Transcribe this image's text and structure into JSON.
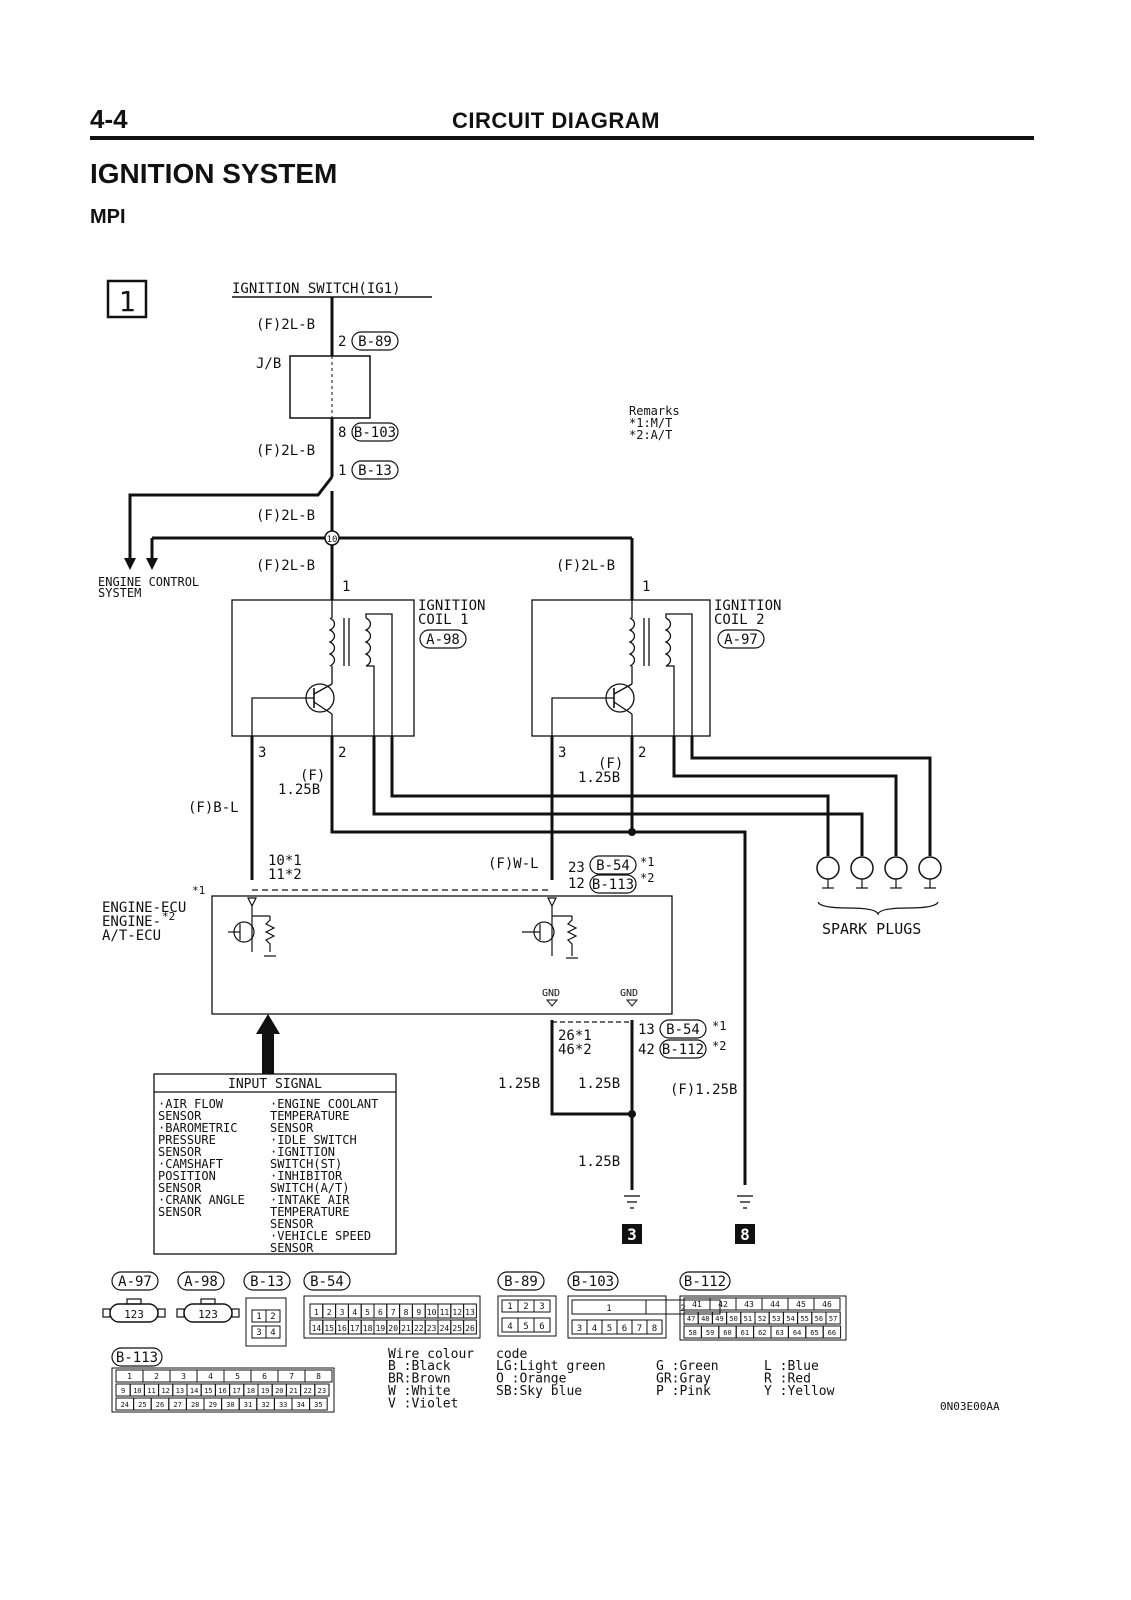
{
  "header": {
    "page_number": "4-4",
    "chapter_title": "CIRCUIT DIAGRAM"
  },
  "section": {
    "title": "IGNITION SYSTEM",
    "subtitle": "MPI"
  },
  "diagram": {
    "page_box": "1",
    "ignition_switch": "IGNITION SWITCH(IG1)",
    "wire_f2lb": "(F)2L-B",
    "jb": "J/B",
    "pin_2": "2",
    "pin_8": "8",
    "pin_1": "1",
    "pin_3": "3",
    "conn_b89": "B-89",
    "conn_b103": "B-103",
    "conn_b13": "B-13",
    "splice_10": "10",
    "engine_control": [
      "ENGINE CONTROL",
      "SYSTEM"
    ],
    "remarks_title": "Remarks",
    "remark_1": "*1:M/T",
    "remark_2": "*2:A/T",
    "coil1": [
      "IGNITION",
      "COIL 1"
    ],
    "coil2": [
      "IGNITION",
      "COIL 2"
    ],
    "conn_a98": "A-98",
    "conn_a97": "A-97",
    "wire_f": "(F)",
    "wire_125b": "1.25B",
    "wire_fbl": "(F)B-L",
    "wire_fwl": "(F)W-L",
    "wire_f125b": "(F)1.25B",
    "pin_10_1": "10*1",
    "pin_11_2": "11*2",
    "pin_23": "23",
    "pin_12": "12",
    "conn_b54": "B-54",
    "conn_b113": "B-113",
    "conn_b112": "B-112",
    "star_1": "*1",
    "star_2": "*2",
    "ecu_line1": "ENGINE-ECU",
    "ecu_line2": "ENGINE-",
    "ecu_line3": "A/T-ECU",
    "gnd": "GND",
    "pin_26_1": "26*1",
    "pin_46_2": "46*2",
    "pin_13": "13",
    "pin_42": "42",
    "spark_plugs": "SPARK PLUGS",
    "ground_3": "3",
    "ground_8": "8",
    "input_signal_title": "INPUT SIGNAL",
    "input_signals_left": [
      "·AIR FLOW",
      " SENSOR",
      "·BAROMETRIC",
      " PRESSURE",
      " SENSOR",
      "·CAMSHAFT",
      " POSITION",
      " SENSOR",
      "·CRANK ANGLE",
      " SENSOR"
    ],
    "input_signals_right": [
      "·ENGINE COOLANT",
      " TEMPERATURE",
      " SENSOR",
      "·IDLE SWITCH",
      "·IGNITION",
      " SWITCH(ST)",
      "·INHIBITOR",
      " SWITCH(A/T)",
      "·INTAKE AIR",
      " TEMPERATURE",
      " SENSOR",
      "·VEHICLE SPEED",
      " SENSOR"
    ],
    "b13_pins": [
      "1",
      "2",
      "3",
      "4"
    ],
    "b54_pins_row1": [
      "1",
      "2",
      "3",
      "4",
      "5",
      "6",
      "7",
      "8",
      "9",
      "10",
      "11",
      "12",
      "13"
    ],
    "b54_pins_row2": [
      "14",
      "15",
      "16",
      "17",
      "18",
      "19",
      "20",
      "21",
      "22",
      "23",
      "24",
      "25",
      "26"
    ],
    "b89_pins": [
      "1",
      "2",
      "3",
      "4",
      "5",
      "6"
    ],
    "b103_pins": [
      "1",
      "2",
      "3",
      "4",
      "5",
      "6",
      "7",
      "8"
    ],
    "b112_pins_row1": [
      "41",
      "42",
      "43",
      "44",
      "45",
      "46"
    ],
    "b112_pins_row2": [
      "47",
      "48",
      "49",
      "50",
      "51",
      "52",
      "53",
      "54",
      "55",
      "56",
      "57"
    ],
    "b112_pins_row3": [
      "58",
      "59",
      "60",
      "61",
      "62",
      "63",
      "64",
      "65",
      "66"
    ],
    "b113_pins_row1": [
      "1",
      "2",
      "3",
      "4",
      "5",
      "6",
      "7",
      "8"
    ],
    "b113_pins_row2": [
      "9",
      "10",
      "11",
      "12",
      "13",
      "14",
      "15",
      "16",
      "17",
      "18",
      "19",
      "20",
      "21",
      "22",
      "23"
    ],
    "b113_pins_row3": [
      "24",
      "25",
      "26",
      "27",
      "28",
      "29",
      "30",
      "31",
      "32",
      "33",
      "34",
      "35"
    ],
    "a_conn_pins": "123"
  },
  "wire_colour_code": {
    "title_1": "Wire colour",
    "title_2": "code",
    "col1": [
      "B :Black",
      "BR:Brown",
      "W :White",
      "V :Violet"
    ],
    "col2": [
      "LG:Light green",
      "O :Orange",
      "SB:Sky blue"
    ],
    "col3": [
      "G :Green",
      "GR:Gray",
      "P :Pink"
    ],
    "col4": [
      "L :Blue",
      "R :Red",
      "Y :Yellow"
    ]
  },
  "figure_code": "0N03E00AA"
}
